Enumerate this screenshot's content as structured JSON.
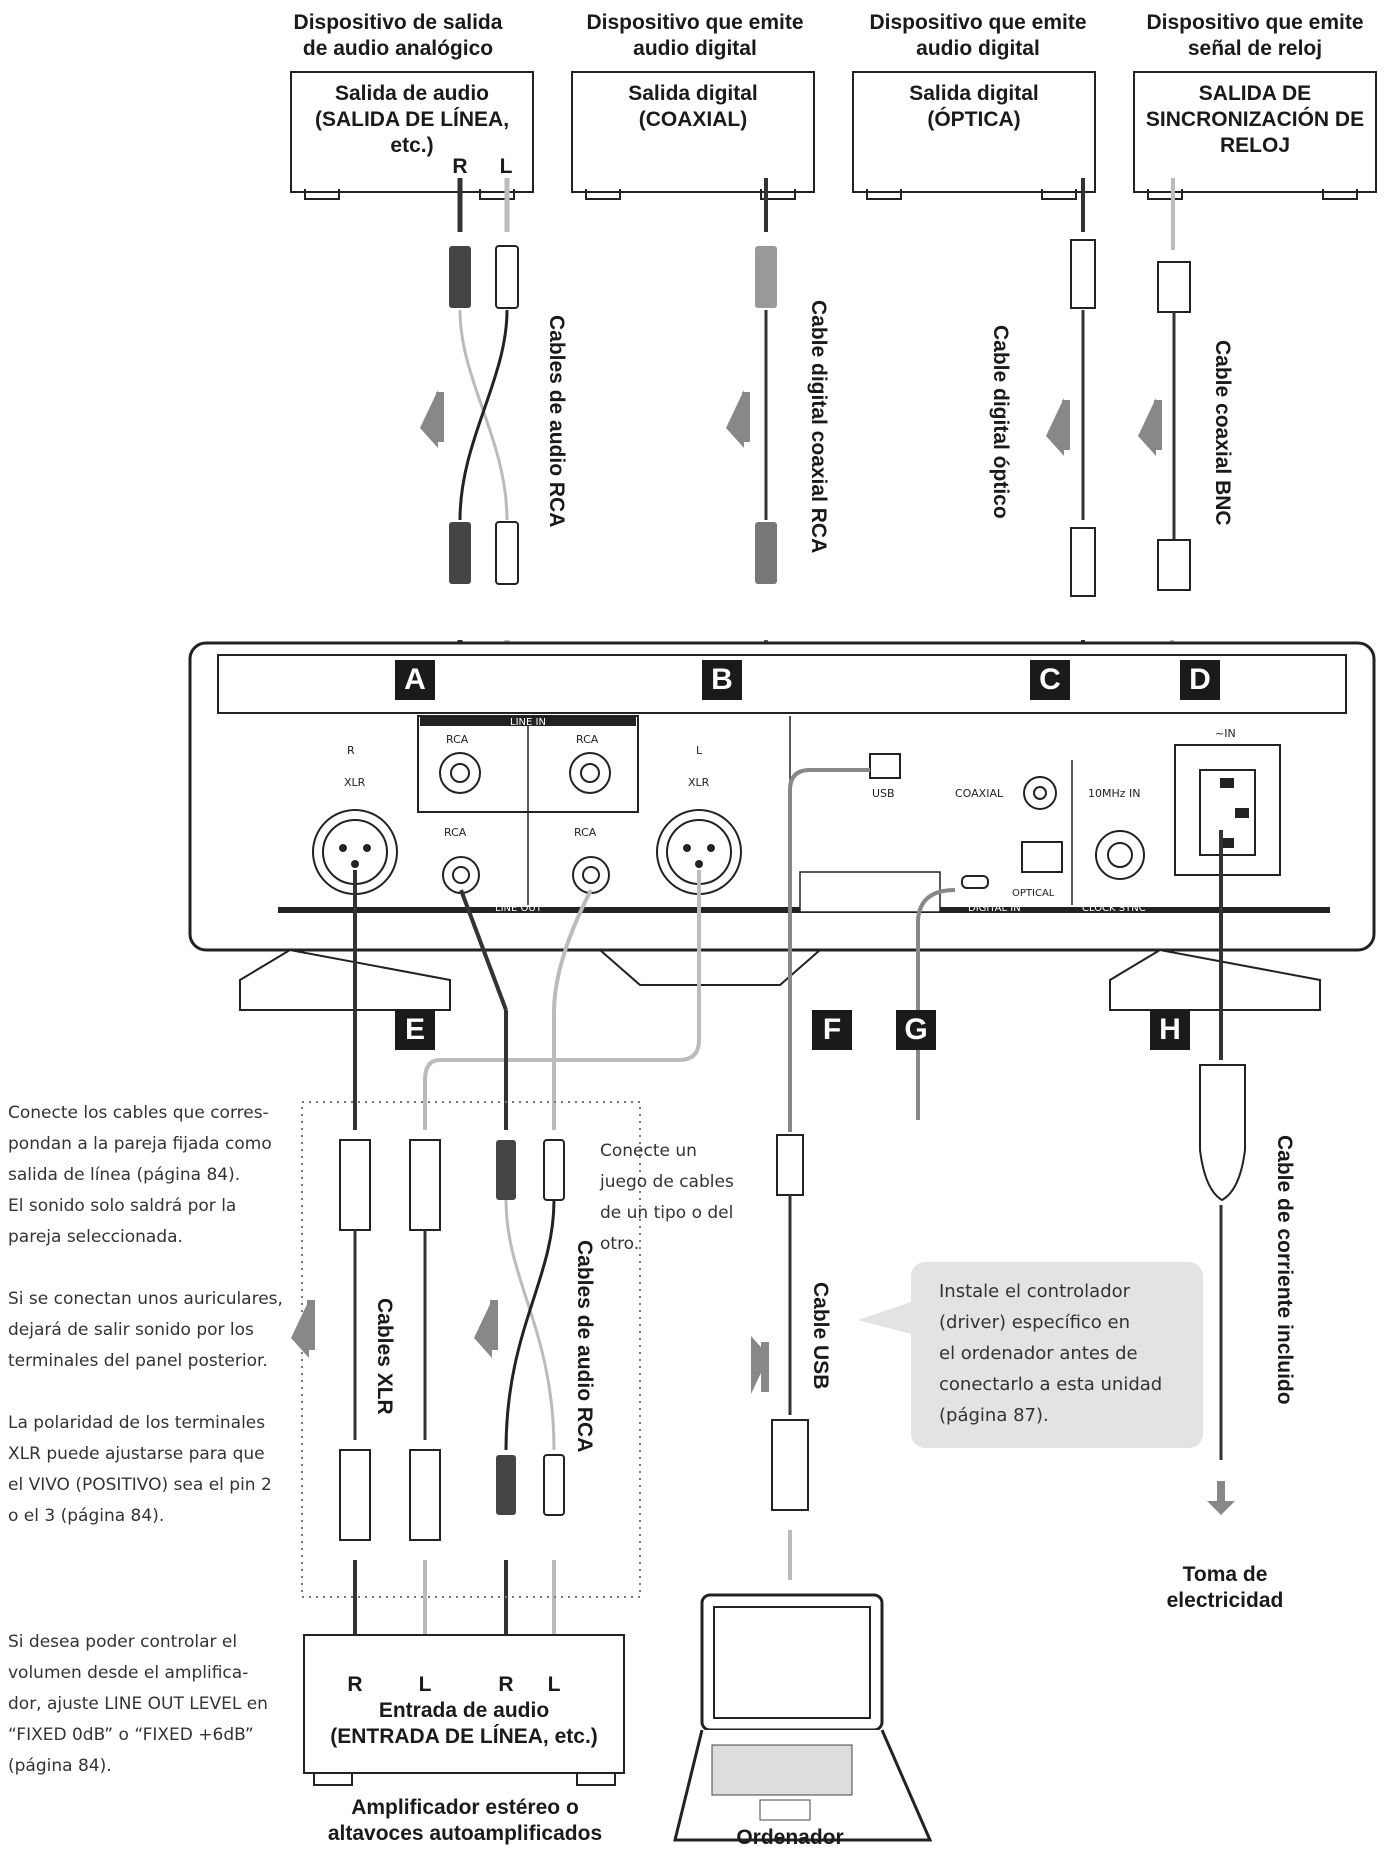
{
  "top_devices": [
    {
      "caption": "Dispositivo de salida\nde audio analógico",
      "box": "Salida de audio\n(SALIDA DE LÍNEA, etc.)",
      "r": "R",
      "l": "L"
    },
    {
      "caption": "Dispositivo que emite\naudio digital",
      "box": "Salida digital\n(COAXIAL)"
    },
    {
      "caption": "Dispositivo que emite\naudio digital",
      "box": "Salida digital\n(ÓPTICA)"
    },
    {
      "caption": "Dispositivo que emite\nseñal de reloj",
      "box": "SALIDA DE\nSINCRONIZACIÓN DE\nRELOJ"
    }
  ],
  "cables_top": {
    "rca_audio": "Cables de audio RCA",
    "coax_rca": "Cable digital coaxial RCA",
    "optical": "Cable digital óptico",
    "bnc": "Cable coaxial BNC"
  },
  "badges": {
    "a": "A",
    "b": "B",
    "c": "C",
    "d": "D",
    "e": "E",
    "f": "F",
    "g": "G",
    "h": "H"
  },
  "panel": {
    "line_in": "LINE IN",
    "rca_r": "RCA",
    "r_badge": "R",
    "l_badge": "L",
    "rca_l": "RCA",
    "xlr_r_mark": "R",
    "xlr_r": "XLR",
    "xlr_l_mark": "L",
    "xlr_l": "XLR",
    "rca_out_r": "RCA",
    "rca_out_l": "RCA",
    "line_out": "LINE OUT",
    "usb": "USB",
    "coaxial": "COAXIAL",
    "optical": "OPTICAL",
    "digital_in": "DIGITAL IN",
    "tenmhz": "10MHz IN",
    "clock_sync": "CLOCK SYNC",
    "ac_in": "~IN"
  },
  "notes": {
    "n1": "Conecte los cables que corres-\npondan a la pareja fijada como\nsalida de línea (página 84).\nEl sonido solo saldrá por la\npareja seleccionada.",
    "n2": "Si se conectan unos auriculares,\ndejará de salir sonido por los\nterminales del panel posterior.",
    "n3": "La polaridad de los terminales\nXLR puede ajustarse para que\nel VIVO (POSITIVO) sea el pin 2\no el 3 (página 84).",
    "n4": "Si desea poder controlar el\nvolumen desde el amplifica-\ndor, ajuste LINE OUT LEVEL en\n“FIXED 0dB” o “FIXED +6dB”\n(página 84).",
    "mid": "Conecte un\njuego de cables\nde un tipo o del\notro.",
    "driver": "Instale el controlador\n(driver) específico en\nel ordenador antes de\nconectarlo a esta unidad\n(página 87)."
  },
  "cables_bottom": {
    "xlr": "Cables XLR",
    "rca_audio": "Cables de audio RCA",
    "usb": "Cable USB",
    "power": "Cable de corriente incluido"
  },
  "bottom": {
    "amp_r1": "R",
    "amp_l1": "L",
    "amp_r2": "R",
    "amp_l2": "L",
    "amp_box": "Entrada de audio\n(ENTRADA DE LÍNEA, etc.)",
    "amp_caption": "Amplificador estéreo o\naltavoces autoamplificados",
    "computer": "Ordenador",
    "outlet": "Toma de\nelectricidad"
  }
}
